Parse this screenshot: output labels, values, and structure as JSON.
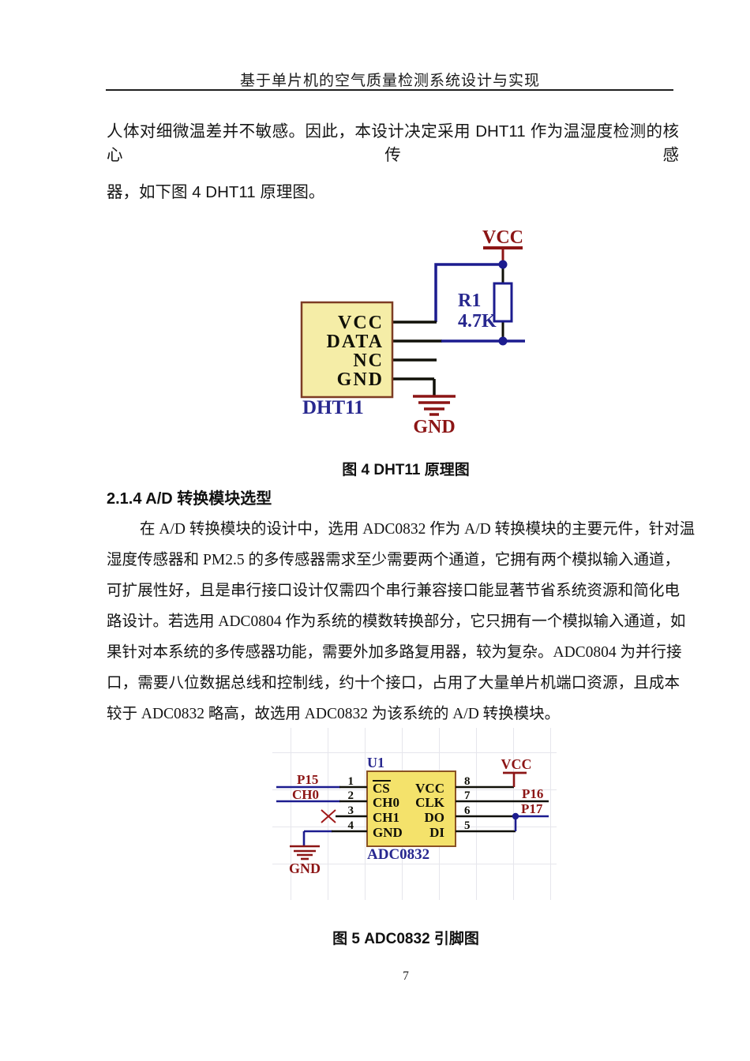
{
  "header": {
    "title": "基于单片机的空气质量检测系统设计与实现"
  },
  "intro": {
    "lines": [
      "人体对细微温差并不敏感。因此，本设计决定采用 DHT11 作为温湿度检测的核心传感",
      "器，如下图 4 DHT11 原理图。"
    ]
  },
  "figure4": {
    "caption": "图 4  DHT11 原理图",
    "component": "DHT11",
    "pins": [
      "VCC",
      "DATA",
      "NC",
      "GND"
    ],
    "power_label": "VCC",
    "ground_label": "GND",
    "resistor": {
      "ref": "R1",
      "value": "4.7K"
    }
  },
  "section": {
    "heading": "2.1.4 A/D 转换模块选型"
  },
  "body": {
    "lines": [
      "在 A/D 转换模块的设计中，选用 ADC0832 作为 A/D 转换模块的主要元件，针对温",
      "湿度传感器和 PM2.5 的多传感器需求至少需要两个通道，它拥有两个模拟输入通道，",
      "可扩展性好，且是串行接口设计仅需四个串行兼容接口能显著节省系统资源和简化电",
      "路设计。若选用 ADC0804 作为系统的模数转换部分，它只拥有一个模拟输入通道，如",
      "果针对本系统的多传感器功能，需要外加多路复用器，较为复杂。ADC0804 为并行接",
      "口，需要八位数据总线和控制线，约十个接口，占用了大量单片机端口资源，且成本",
      "较于 ADC0832 略高，故选用 ADC0832 为该系统的 A/D 转换模块。"
    ]
  },
  "figure5": {
    "caption": "图 5  ADC0832 引脚图",
    "designator": "U1",
    "component": "ADC0832",
    "left_pins": [
      {
        "num": "1",
        "name": "CS",
        "net": "P15"
      },
      {
        "num": "2",
        "name": "CH0",
        "net": "CH0"
      },
      {
        "num": "3",
        "name": "CH1",
        "net": ""
      },
      {
        "num": "4",
        "name": "GND",
        "net": "GND"
      }
    ],
    "right_pins": [
      {
        "num": "8",
        "name": "VCC",
        "net": "VCC"
      },
      {
        "num": "7",
        "name": "CLK",
        "net": "P16"
      },
      {
        "num": "6",
        "name": "DO",
        "net": "P17"
      },
      {
        "num": "5",
        "name": "DI",
        "net": ""
      }
    ],
    "power_label": "VCC",
    "ground_label": "GND"
  },
  "page": {
    "number": "7"
  },
  "colors": {
    "wire_blue": "#1c1c8f",
    "pin_black": "#101008",
    "power_red": "#8c1515",
    "label_blue": "#28288f",
    "dht11_fill": "#f5eda7",
    "dht11_border": "#7d3c24",
    "adc_fill": "#f4e26b",
    "adc_border": "#8a5224"
  }
}
